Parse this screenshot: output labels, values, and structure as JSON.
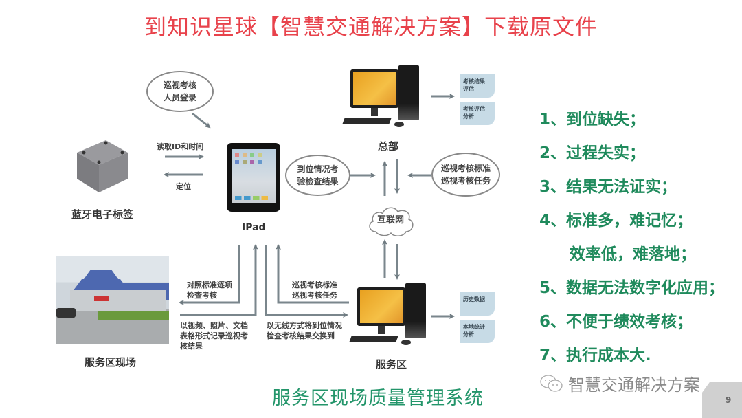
{
  "banner": {
    "text": "到知识星球【智慧交通解决方案】下载原文件",
    "color": "#e8424b"
  },
  "diagram": {
    "nodes": {
      "bluetooth_tag": {
        "label": "蓝牙电子标签"
      },
      "ipad": {
        "label": "IPad"
      },
      "headquarters": {
        "label": "总部"
      },
      "internet": {
        "label": "互联网"
      },
      "service_area_pc": {
        "label": "服务区"
      },
      "service_area_site": {
        "label": "服务区现场"
      }
    },
    "bubbles": {
      "login": {
        "line1": "巡视考核",
        "line2": "人员登录"
      },
      "results": {
        "line1": "到位情况考",
        "line2": "验检查结果"
      },
      "standards_top": {
        "line1": "巡视考核标准",
        "line2": "巡视考核任务"
      }
    },
    "edge_labels": {
      "read_id": "读取ID和时间",
      "locate": "定位",
      "check_items": {
        "line1": "对照标准逐项",
        "line2": "检查考核"
      },
      "record": {
        "line1": "以视频、照片、文档",
        "line2": "表格形式记录巡视考",
        "line3": "核结果"
      },
      "standards_bottom": {
        "line1": "巡视考核标准",
        "line2": "巡视考核任务"
      },
      "wireless": {
        "line1": "以无线方式将到位情况",
        "line2": "检查考核结果交换到"
      }
    },
    "docs": {
      "hq_eval": {
        "line1": "考核结果",
        "line2": "评估"
      },
      "hq_analysis": {
        "line1": "考核评估",
        "line2": "分析"
      },
      "sa_history": {
        "line1": "历史数据",
        "line2": ""
      },
      "sa_stats": {
        "line1": "本地统计",
        "line2": "分析"
      }
    }
  },
  "problems": {
    "color": "#1f8a5c",
    "items": [
      "1、到位缺失；",
      "2、过程失实；",
      "3、结果无法证实；",
      "4、标准多，难记忆；",
      "效率低，难落地；",
      "5、数据无法数字化应用；",
      "6、不便于绩效考核；",
      "7、执行成本大."
    ]
  },
  "footer": {
    "title": "服务区现场质量管理系统",
    "title_color": "#23956a",
    "watermark": "智慧交通解决方案",
    "watermark_icon": "wechat-icon",
    "page_number": "9"
  }
}
